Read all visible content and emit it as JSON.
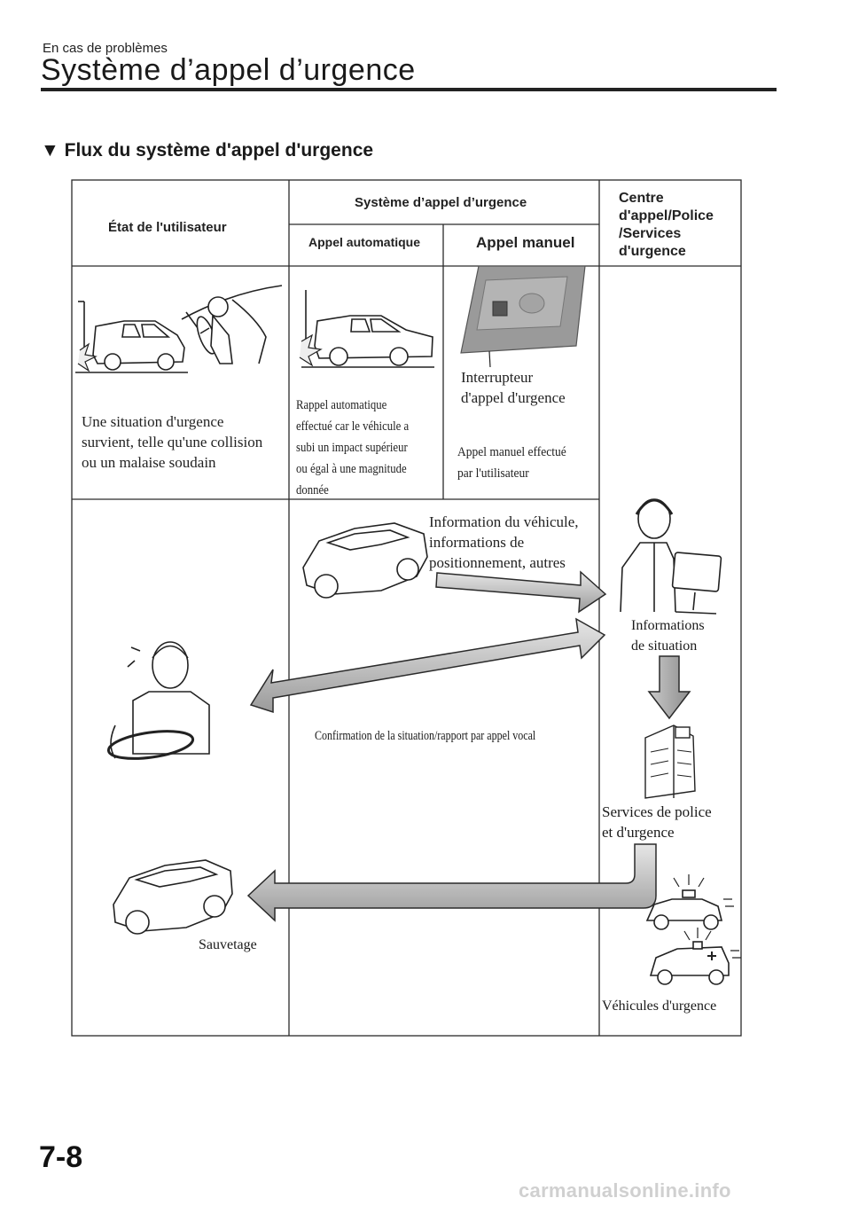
{
  "header": {
    "section": "En cas de problèmes",
    "title": "Système d’appel d’urgence"
  },
  "subsection": {
    "marker": "▼",
    "title": "Flux du système d'appel d'urgence"
  },
  "table": {
    "headers": {
      "user_state": "État de l'utilisateur",
      "emergency_system": "Système d’appel d’urgence",
      "automatic_call": "Appel automatique",
      "manual_call": "Appel manuel",
      "call_center": [
        "Centre",
        "d'appel/Police",
        "/Services",
        "d'urgence"
      ]
    },
    "user_situation": [
      "Une situation d'urgence",
      "survient, telle qu'une collision",
      "ou un malaise soudain"
    ],
    "auto_call_desc": [
      "Rappel automatique",
      "effectué car le véhicule a",
      "subi un impact supérieur",
      "ou égal à une magnitude",
      "donnée"
    ],
    "switch_label": [
      "Interrupteur",
      "d'appel d'urgence"
    ],
    "manual_call_desc": [
      "Appel manuel effectué",
      "par l'utilisateur"
    ],
    "vehicle_info": [
      "Information du véhicule,",
      "informations de",
      "positionnement, autres"
    ],
    "situation_info": [
      "Informations",
      "de situation"
    ],
    "voice_confirmation": "Confirmation de la situation/rapport par appel vocal",
    "services": [
      "Services de police",
      "et d'urgence"
    ],
    "rescue": "Sauvetage",
    "emergency_vehicles": "Véhicules d'urgence"
  },
  "page_number": "7-8",
  "watermark": "carmanualsonline.info"
}
